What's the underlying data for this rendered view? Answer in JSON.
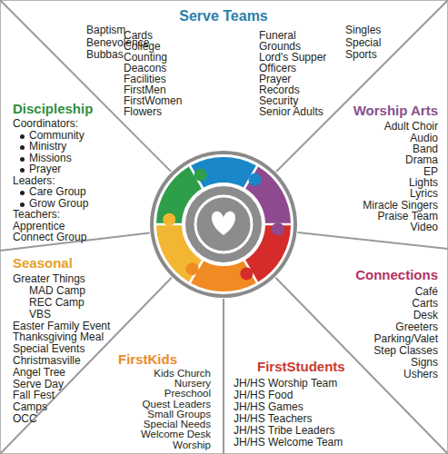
{
  "diagram": {
    "nodes": [
      {
        "text": [
          "Serve Teams",
          "Baptism",
          "Benevolence",
          "Bubbas",
          "Cards",
          "College",
          "Counting",
          "Deacons",
          "Facilities",
          "FirstMen",
          "FirstWomen",
          "Flowers",
          "Funeral",
          "Grounds",
          "Lord's Supper",
          "Officers",
          "Prayer",
          "Records",
          "Security",
          "Senior Adults",
          "Singles",
          "Special",
          "Sports"
        ]
      },
      {
        "text": [
          "Discipleship",
          "Coordinators:",
          "Community",
          "Ministry",
          "Missions",
          "Prayer",
          "Leaders:",
          "Care Group",
          "Grow Group",
          "Teachers:",
          "Apprentice",
          "Connect Group"
        ]
      },
      {
        "text": [
          "Worship Arts",
          "Adult Choir",
          "Audio",
          "Band",
          "Drama",
          "EP",
          "Lights",
          "Lyrics",
          "Miracle Singers",
          "Praise Team",
          "Video"
        ]
      },
      {
        "text": [
          "Seasonal",
          "Greater Things",
          "MAD Camp",
          "REC Camp",
          "VBS",
          "Easter Family Event",
          "Thanksgiving Meal",
          "Special Events",
          "Christmasville",
          "Angel Tree",
          "Serve Day",
          "Fall Fest",
          "Camps",
          "OCC"
        ]
      },
      {
        "text": [
          "Connections",
          "Café",
          "Carts",
          "Desk",
          "Greeters",
          "Parking/Valet",
          "Step Classes",
          "Signs",
          "Ushers"
        ]
      },
      {
        "text": [
          "FirstKids",
          "Kids Church",
          "Nursery",
          "Preschool",
          "Quest Leaders",
          "Small Groups",
          "Special Needs",
          "Welcome Desk",
          "Worship"
        ]
      },
      {
        "text": [
          "FirstStudents",
          "JH/HS Worship Team",
          "JH/HS Food",
          "JH/HS Games",
          "JH/HS Teachers",
          "JH/HS Tribe Leaders",
          "JH/HS Welcome Team"
        ]
      }
    ]
  }
}
